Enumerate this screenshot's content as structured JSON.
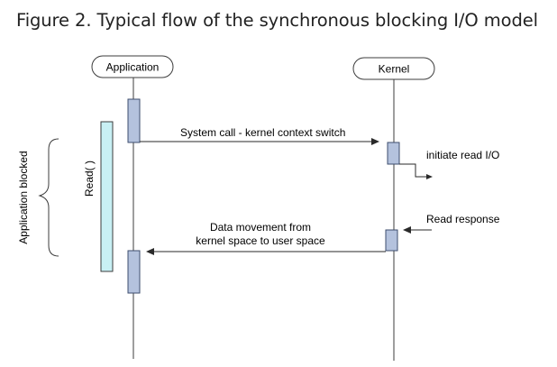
{
  "figure": {
    "title": "Figure 2. Typical flow of the synchronous blocking I/O model"
  },
  "participants": {
    "application": "Application",
    "kernel": "Kernel"
  },
  "messages": {
    "system_call": "System call - kernel context switch",
    "initiate_read": "initiate read I/O",
    "read_response": "Read response",
    "data_movement_line1": "Data movement from",
    "data_movement_line2": "kernel space to user space"
  },
  "labels": {
    "read_call": "Read( )",
    "application_blocked": "Application blocked"
  },
  "colors": {
    "activation_fill": "#b4c2dd",
    "activation_stroke": "#3e4e6e",
    "blocked_bar_fill": "#c8f0f4",
    "line": "#3c3c3c",
    "arrow": "#2a2a2a"
  }
}
